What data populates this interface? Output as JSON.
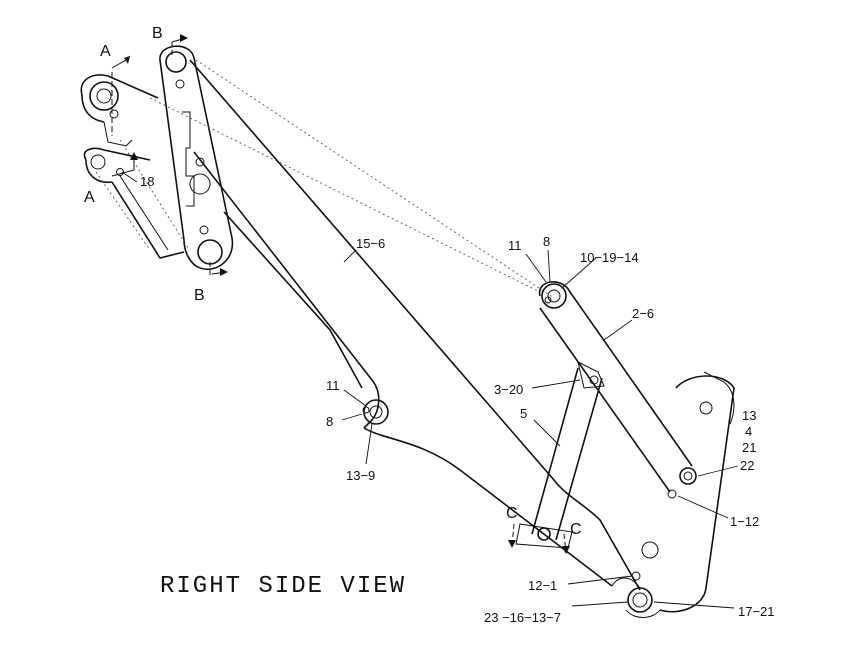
{
  "diagram": {
    "title": "RIGHT SIDE VIEW",
    "section_markers": {
      "a_top": "A",
      "a_bottom": "A",
      "b_top": "B",
      "b_bottom": "B",
      "c_left": "C",
      "c_right": "C"
    },
    "callouts": {
      "c18": "18",
      "c15_6": "15−6",
      "c11_top": "11",
      "c8_top": "8",
      "c10_19_14": "10−19−14",
      "c2_6": "2−6",
      "c11_left": "11",
      "c8_left": "8",
      "c13_9": "13−9",
      "c3_20": "3−20",
      "c5": "5",
      "c13": "13",
      "c4": "4",
      "c21": "21",
      "c22": "22",
      "c1_12": "1−12",
      "c12_1": "12−1",
      "c23_16_13_7": "23 −16−13−7",
      "c17_21": "17−21"
    }
  }
}
